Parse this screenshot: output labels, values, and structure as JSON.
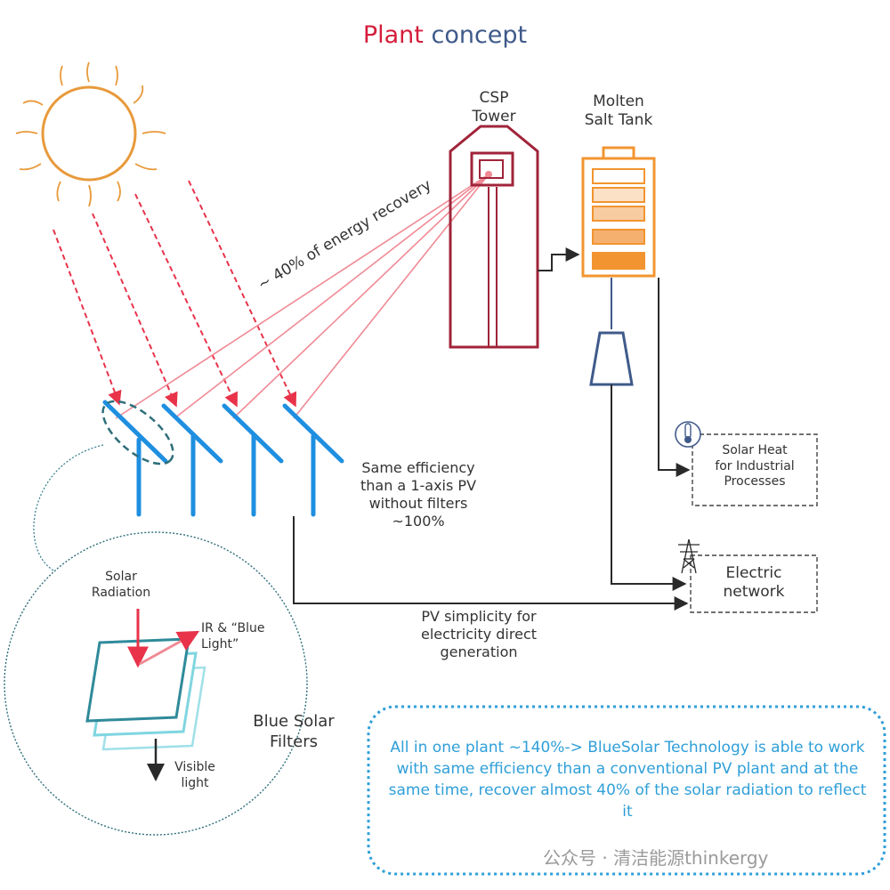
{
  "title": {
    "part1": "Plant",
    "part2": "concept"
  },
  "labels": {
    "csp_tower": "CSP\nTower",
    "molten_salt_tank": "Molten\nSalt Tank",
    "energy_recovery": "~ 40% of energy recovery",
    "same_efficiency": "Same efficiency\nthan a 1-axis PV\nwithout filters\n~100%",
    "solar_heat": "Solar Heat\nfor Industrial\nProcesses",
    "electric_network": "Electric\nnetwork",
    "pv_simplicity": "PV simplicity for\nelectricity direct\ngeneration",
    "solar_radiation": "Solar\nRadiation",
    "ir_blue_light": "IR & “Blue\nLight”",
    "visible_light": "Visible\nlight",
    "blue_solar_filters": "Blue Solar\nFilters"
  },
  "summary": "All in one plant ~140%-> BlueSolar Technology is able to work with same efficiency than a conventional PV plant and at the same time, recover almost 40% of the solar radiation to reflect it",
  "watermark": "公众号 · 清洁能源thinkergy",
  "colors": {
    "sun": "#e89a3c",
    "ray": "#e8334a",
    "reflect": "#f08a95",
    "panel": "#1f8fe0",
    "tower": "#a0243a",
    "tank": "#f29530",
    "dark": "#2a2a2a",
    "turbine": "#3f5a8a",
    "dashbox": "#444444",
    "summary": "#2f9fd8",
    "filter": "#2f8a9a",
    "filter_light": "#7fd6e0"
  }
}
